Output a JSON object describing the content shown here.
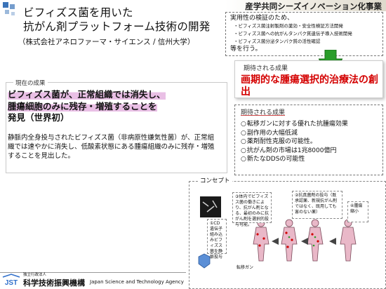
{
  "header": {
    "title_line1": "ビフィズス菌を用いた",
    "title_line2": "抗がん剤プラットフォーム技術の開発",
    "subtitle": "（株式会社アネロファーマ・サイエンス / 信州大学）",
    "banner": "産学共同シーズイノベーション化事業"
  },
  "verification": {
    "heading": "実用性の検証のため、",
    "items": [
      "ビフィズス菌注射製剤の薬効・安全性検証方法開発",
      "ビフィズス菌への抗がんタンパク質遺伝子導入技術開発",
      "ビフィズス菌分泌タンパク質の活性確認"
    ],
    "tail": "等を行う。"
  },
  "expected_top": {
    "label": "期待される成果",
    "highlight": "画期的な腫瘍選択的治療法の創出"
  },
  "results": {
    "label": "期待される成果",
    "items": [
      "転移ガンに対する優れた抗腫瘍効果",
      "副作用の大幅低減",
      "薬剤耐性克服の可能性。",
      "抗がん剤の市場は1兆8000億円",
      "新たなDDSの可能性"
    ]
  },
  "achievements": {
    "label": "現在の成果",
    "main_line1": "ビフィズス菌が、正常組織では消失し、",
    "main_line2": "腫瘍細胞のみに残存・増殖することを",
    "main_line3": "発見（世界初）",
    "body": "静脈内全身投与されたビフィズス菌（非病原性嫌気性菌）が、正常組織では速やかに消失し、低酸素状態にある腫瘍組織のみに残存・増殖することを見出した。"
  },
  "concept": {
    "label": "コンセプト",
    "step1": "①CD遺伝子組み込みビフィズス菌を静脈投与",
    "step2": "②抗真菌剤の投与（既承認薬、新規抗がん剤ではなく、既用しても害のない薬）",
    "step3": "③体内でビフィズス菌の働きにより、抗がん剤となる、最初のみに抗がん剤を選択的投与可能。",
    "step4": "④腫瘍縮小",
    "transfer_label": "転移ガン"
  },
  "footer": {
    "agency_type": "独立行政法人",
    "agency_jp": "科学技術振興機構",
    "agency_en": "Japan Science and Technology Agency",
    "logo_text": "JST"
  },
  "colors": {
    "accent_red": "#d40000",
    "arrow_green": "#2a9d2a",
    "highlight_pink": "#e2aadc",
    "body_red": "#c81e1e"
  }
}
